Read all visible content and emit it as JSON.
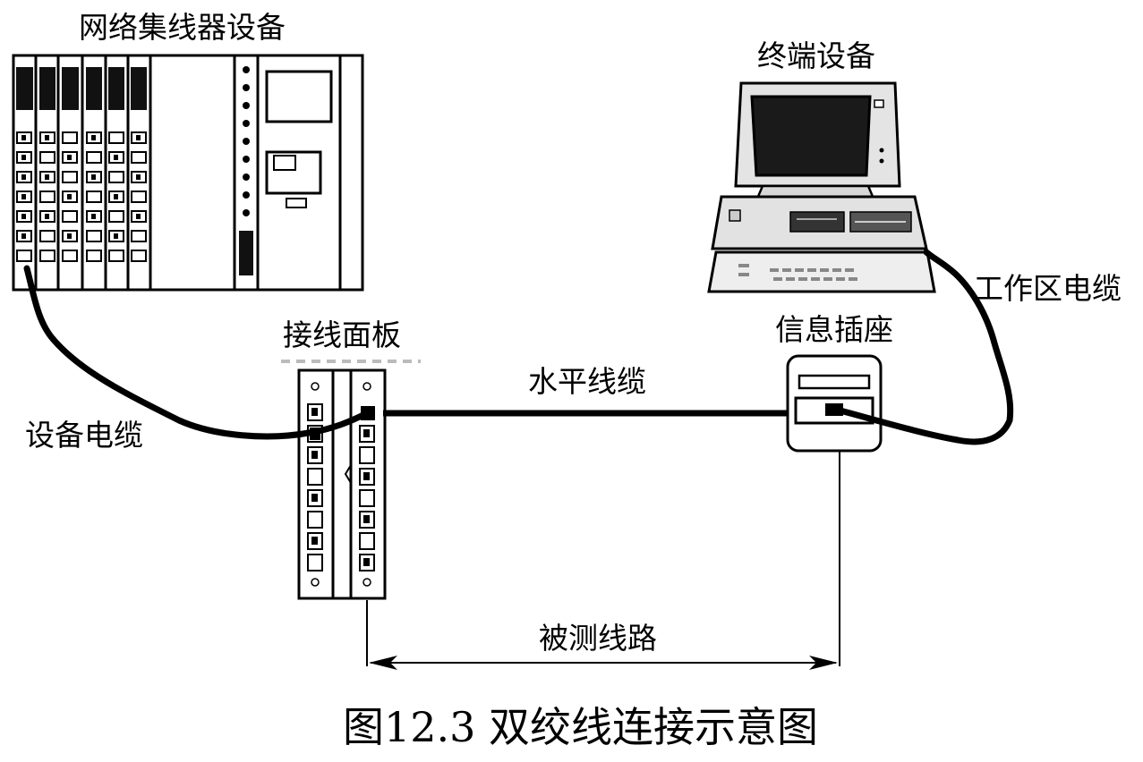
{
  "labels": {
    "hub": "网络集线器设备",
    "terminal": "终端设备",
    "work_area_cable": "工作区电缆",
    "patch_panel": "接线面板",
    "outlet": "信息插座",
    "horizontal_cable": "水平线缆",
    "equipment_cable": "设备电缆",
    "tested_link": "被测线路"
  },
  "caption": "图12.3  双绞线连接示意图"
}
